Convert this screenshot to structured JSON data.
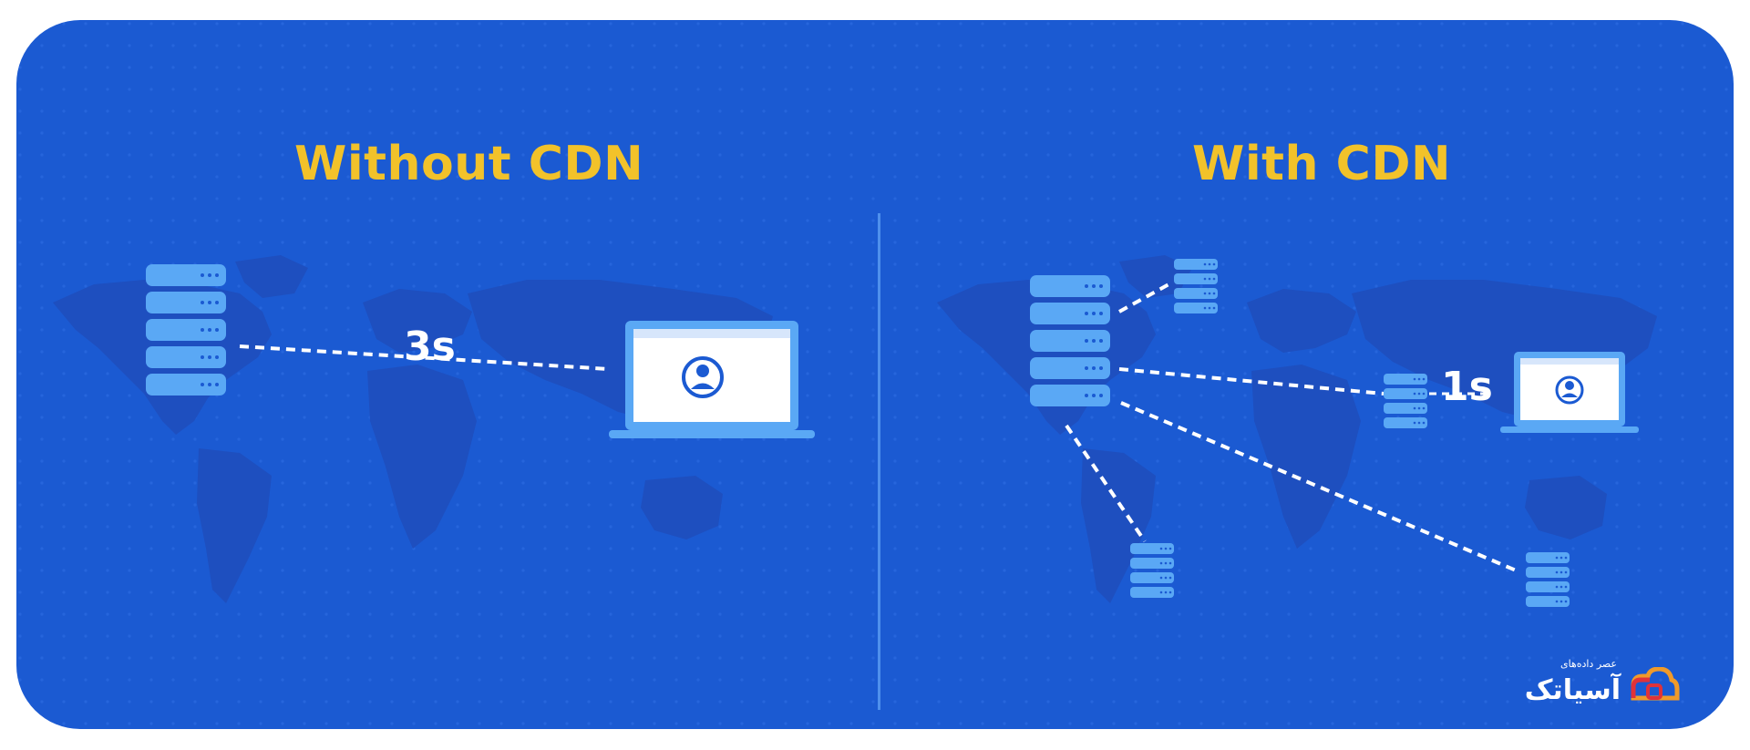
{
  "panels": {
    "left": {
      "title": "Without CDN",
      "latency": "3s"
    },
    "right": {
      "title": "With CDN",
      "latency": "1s"
    }
  },
  "icons": {
    "origin_server": "server-stack-icon",
    "edge_server": "server-stack-icon",
    "client": "laptop-user-icon",
    "map": "world-map-icon"
  },
  "logo": {
    "name": "آسیاتک",
    "tagline": "عصر داده‌های"
  },
  "colors": {
    "background": "#1b5ad2",
    "heading": "#f2c22a",
    "server": "#5aa8f5",
    "connection_line": "#ffffff"
  }
}
